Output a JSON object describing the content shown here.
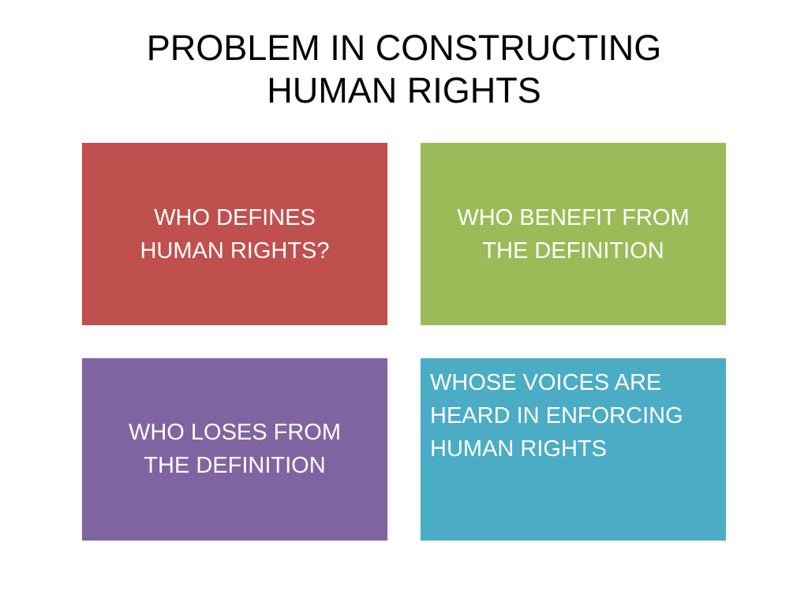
{
  "slide": {
    "title_lines": [
      "PROBLEM IN CONSTRUCTING",
      "HUMAN RIGHTS"
    ],
    "boxes": [
      {
        "lines": [
          "WHO DEFINES",
          "HUMAN RIGHTS?"
        ],
        "color": "#C0504D"
      },
      {
        "lines": [
          "WHO BENEFIT FROM",
          "THE DEFINITION"
        ],
        "color": "#9BBB59"
      },
      {
        "lines": [
          "WHO LOSES FROM",
          "THE DEFINITION"
        ],
        "color": "#8064A2"
      },
      {
        "lines": [
          "WHOSE VOICES ARE",
          "HEARD IN ENFORCING",
          "HUMAN RIGHTS"
        ],
        "color": "#4BACC6"
      }
    ],
    "text_color": "#FFFFFF"
  }
}
